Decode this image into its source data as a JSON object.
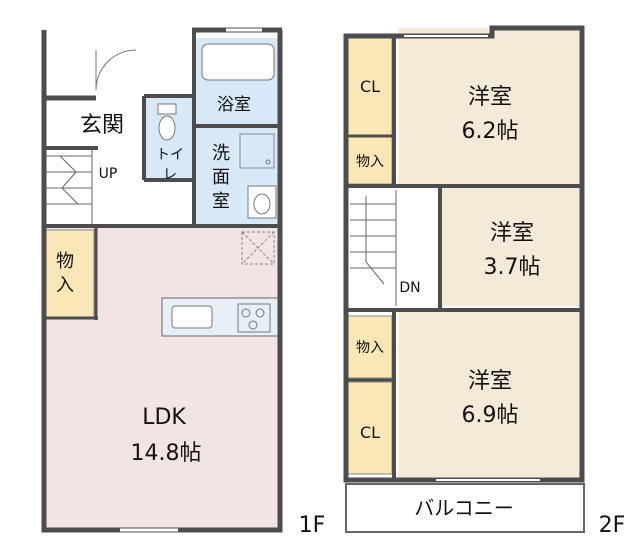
{
  "floor1": {
    "floor_label": "1F",
    "entrance": "玄関",
    "bath": "浴室",
    "toilet": "トイレ",
    "washroom": "洗面室",
    "closet": "物入",
    "up": "UP",
    "ldk_name": "LDK",
    "ldk_size": "14.8帖"
  },
  "floor2": {
    "floor_label": "2F",
    "room_a_name": "洋室",
    "room_a_size": "6.2帖",
    "room_b_name": "洋室",
    "room_b_size": "3.7帖",
    "room_c_name": "洋室",
    "room_c_size": "6.9帖",
    "cl_top": "CL",
    "cl_bottom": "CL",
    "closet_top": "物入",
    "closet_bottom": "物入",
    "down": "DN",
    "balcony": "バルコニー"
  },
  "colors": {
    "wall": "#4d4d4d",
    "ldk_floor": "#f3e4e4",
    "room_floor": "#f5ead8",
    "wet_area": "#d7e9f6",
    "closet_fill": "#fbe7b6"
  }
}
